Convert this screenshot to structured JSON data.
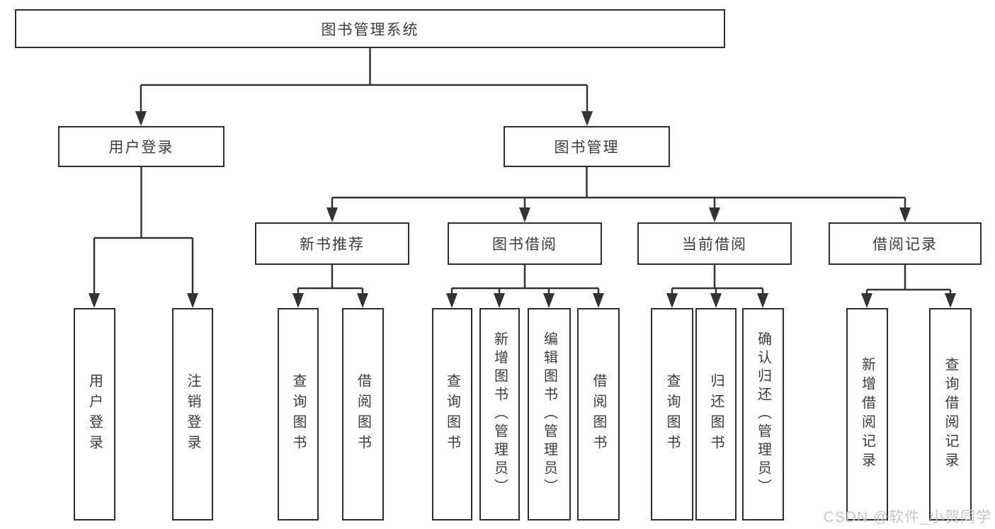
{
  "tree": {
    "root": {
      "label": "图书管理系统"
    },
    "user_branch": {
      "label": "用户登录",
      "leaves": [
        {
          "label": "用户登录"
        },
        {
          "label": "注销登录"
        }
      ]
    },
    "book_branch": {
      "label": "图书管理",
      "groups": [
        {
          "label": "新书推荐",
          "leaves": [
            {
              "label": "查询图书"
            },
            {
              "label": "借阅图书"
            }
          ]
        },
        {
          "label": "图书借阅",
          "leaves": [
            {
              "label": "查询图书"
            },
            {
              "label": "新增图书（管理员）"
            },
            {
              "label": "编辑图书（管理员）"
            },
            {
              "label": "借阅图书"
            }
          ]
        },
        {
          "label": "当前借阅",
          "leaves": [
            {
              "label": "查询图书"
            },
            {
              "label": "归还图书"
            },
            {
              "label": "确认归还（管理员）"
            }
          ]
        },
        {
          "label": "借阅记录",
          "leaves": [
            {
              "label": "新增借阅记录"
            },
            {
              "label": "查询借阅记录"
            }
          ]
        }
      ]
    }
  },
  "watermark": {
    "text": "CSDN @软件_小贺同学"
  },
  "colors": {
    "line": "#333333",
    "box_border": "#2e2e2e",
    "box_background": "#ffffff",
    "text": "#3c3c3c",
    "watermark": "#c7c7c7",
    "page_background": "#ffffff"
  }
}
